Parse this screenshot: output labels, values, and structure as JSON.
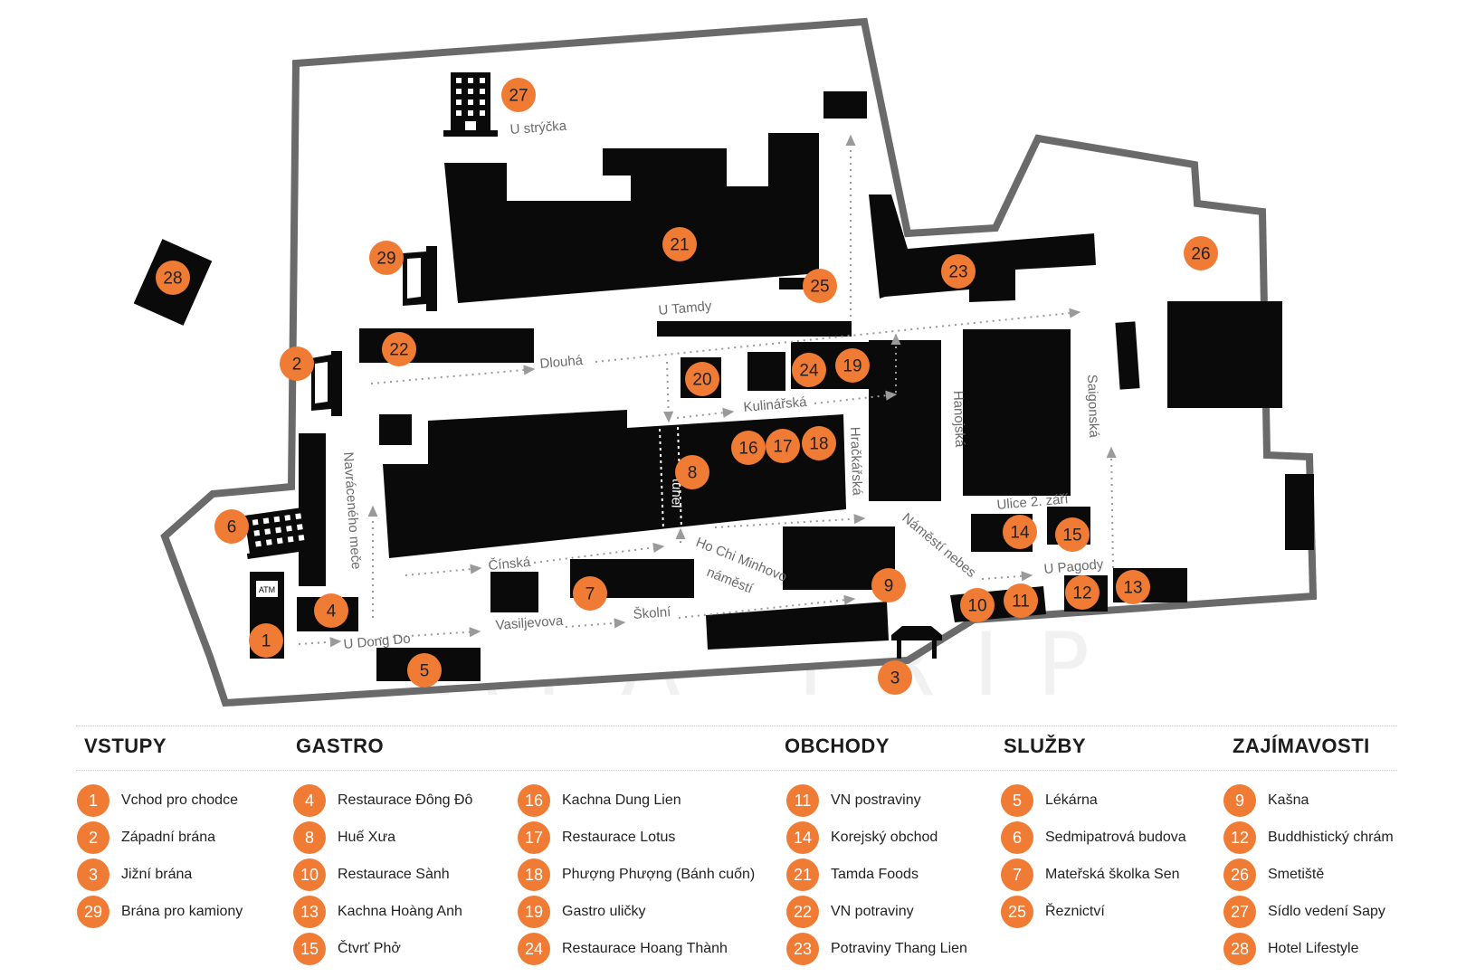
{
  "colors": {
    "accent": "#ef7b35",
    "building": "#0a0a0a",
    "border": "#6a6a6a",
    "street": "#6b6b6b"
  },
  "watermark": "SAPA TRIP",
  "icons": [
    "office-building-icon",
    "gate-icon",
    "arrow-icon",
    "atm-icon"
  ],
  "streets": {
    "u_stryka": "U strýčka",
    "u_tamdy": "U Tamdy",
    "dlouha": "Dlouhá",
    "kulinarska": "Kulinářská",
    "hrackarska": "Hračkářská",
    "hanojska": "Hanojská",
    "saigonska": "Saigonská",
    "ulice_2_zari": "Ulice 2. září",
    "namesti_nebes": "Náměstí nebes",
    "u_pagody": "U Pagody",
    "navraceneho_mece": "Navráceného meče",
    "tunel": "tunel",
    "ho_chi_minhovo": "Ho Chi Minhovo",
    "namesti": "náměstí",
    "cinska": "Čínská",
    "vasiljevova": "Vasiljevova",
    "skolni": "Školní",
    "u_dong_do": "U Dong Do"
  },
  "markers": {
    "m1": "1",
    "m2": "2",
    "m3": "3",
    "m4": "4",
    "m5": "5",
    "m6": "6",
    "m7": "7",
    "m8": "8",
    "m9": "9",
    "m10": "10",
    "m11": "11",
    "m12": "12",
    "m13": "13",
    "m14": "14",
    "m15": "15",
    "m16": "16",
    "m17": "17",
    "m18": "18",
    "m19": "19",
    "m20": "20",
    "m21": "21",
    "m22": "22",
    "m23": "23",
    "m24": "24",
    "m25": "25",
    "m26": "26",
    "m27": "27",
    "m28": "28",
    "m29": "29"
  },
  "legend": {
    "categories": {
      "vstupy": "VSTUPY",
      "gastro": "GASTRO",
      "obchody": "OBCHODY",
      "sluzby": "SLUŽBY",
      "zajimavosti": "ZAJÍMAVOSTI"
    },
    "vstupy": [
      {
        "num": "1",
        "label": "Vchod pro chodce"
      },
      {
        "num": "2",
        "label": "Západní brána"
      },
      {
        "num": "3",
        "label": "Jižní brána"
      },
      {
        "num": "29",
        "label": "Brána pro kamiony"
      }
    ],
    "gastro_a": [
      {
        "num": "4",
        "label": "Restaurace Đông Đô"
      },
      {
        "num": "8",
        "label": "Huế Xưa"
      },
      {
        "num": "10",
        "label": "Restaurace Sành"
      },
      {
        "num": "13",
        "label": "Kachna Hoàng Anh"
      },
      {
        "num": "15",
        "label": "Čtvrť Phở"
      }
    ],
    "gastro_b": [
      {
        "num": "16",
        "label": "Kachna Dung Lien"
      },
      {
        "num": "17",
        "label": "Restaurace Lotus"
      },
      {
        "num": "18",
        "label": "Phượng Phượng  (Bánh cuốn)"
      },
      {
        "num": "19",
        "label": "Gastro uličky"
      },
      {
        "num": "24",
        "label": "Restaurace Hoang Thành"
      }
    ],
    "obchody": [
      {
        "num": "11",
        "label": "VN postraviny"
      },
      {
        "num": "14",
        "label": "Korejský obchod"
      },
      {
        "num": "21",
        "label": "Tamda Foods"
      },
      {
        "num": "22",
        "label": "VN potraviny"
      },
      {
        "num": "23",
        "label": "Potraviny Thang Lien"
      }
    ],
    "sluzby": [
      {
        "num": "5",
        "label": "Lékárna"
      },
      {
        "num": "6",
        "label": "Sedmipatrová budova"
      },
      {
        "num": "7",
        "label": "Mateřská školka Sen"
      },
      {
        "num": "25",
        "label": "Řeznictví"
      }
    ],
    "zajimavosti": [
      {
        "num": "9",
        "label": "Kašna"
      },
      {
        "num": "12",
        "label": "Buddhistický chrám"
      },
      {
        "num": "26",
        "label": "Smetiště"
      },
      {
        "num": "27",
        "label": "Sídlo vedení Sapy"
      },
      {
        "num": "28",
        "label": "Hotel Lifestyle"
      }
    ]
  }
}
